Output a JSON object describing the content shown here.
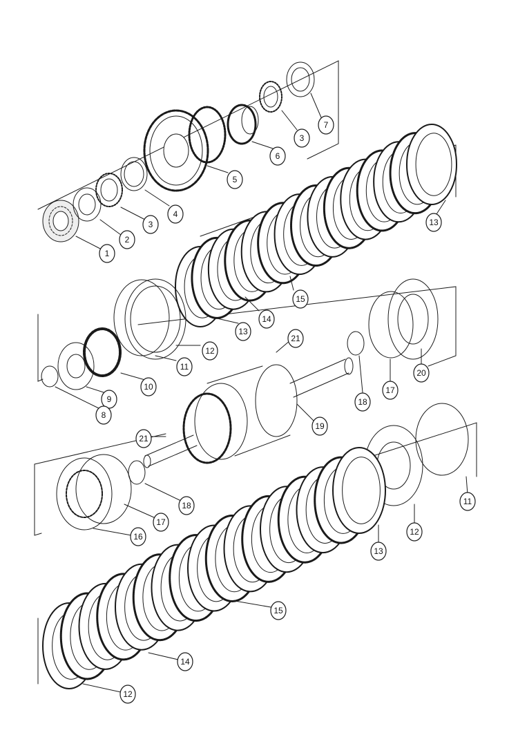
{
  "callouts": {
    "c1": "1",
    "c2": "2",
    "c3a": "3",
    "c4": "4",
    "c5": "5",
    "c6": "6",
    "c3b": "3",
    "c7": "7",
    "c13a": "13",
    "c15a": "15",
    "c14a": "14",
    "c13b": "13",
    "c12a": "12",
    "c11a": "11",
    "c10": "10",
    "c9": "9",
    "c8": "8",
    "c21a": "21",
    "c18a": "18",
    "c17a": "17",
    "c20": "20",
    "c19": "19",
    "c21b": "21",
    "c18b": "18",
    "c17b": "17",
    "c16": "16",
    "c12b": "12",
    "c11b": "11",
    "c13c": "13",
    "c15b": "15",
    "c14b": "14",
    "c12c": "12"
  }
}
